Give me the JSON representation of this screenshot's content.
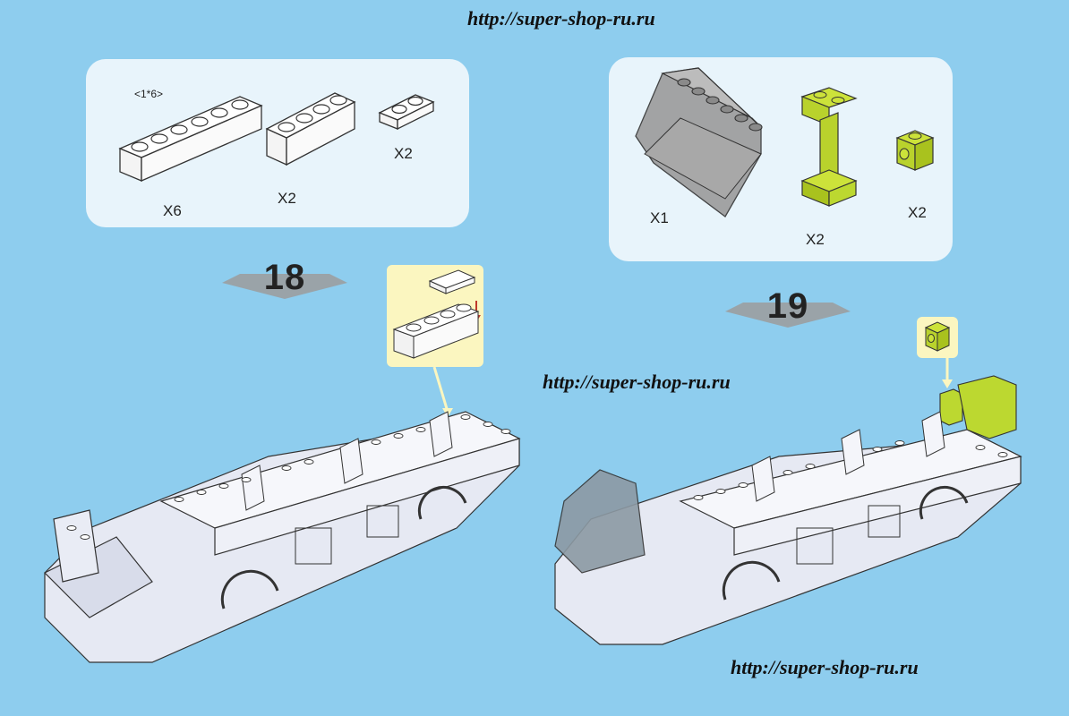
{
  "watermark": {
    "top": "http://super-shop-ru.ru",
    "middle": "http://super-shop-ru.ru",
    "bottom": "http://super-shop-ru.ru"
  },
  "step18": {
    "number": "18",
    "parts": [
      {
        "name": "brick-1x6",
        "size": "<1*6>",
        "qty": "X6"
      },
      {
        "name": "brick-1x4",
        "qty": "X2"
      },
      {
        "name": "plate-1x2",
        "qty": "X2"
      }
    ]
  },
  "step19": {
    "number": "19",
    "parts": [
      {
        "name": "windscreen",
        "qty": "X1",
        "color": "#9a9a9a"
      },
      {
        "name": "bracket",
        "qty": "X2",
        "color": "#bcd830"
      },
      {
        "name": "brick-1x1-side-stud",
        "qty": "X2",
        "color": "#bcd830"
      }
    ]
  },
  "colors": {
    "background": "#8ecdee",
    "panel": "#e8f4fb",
    "callout": "#fbf6c0",
    "lime": "#bcd830",
    "smoke": "#8c9aa4"
  }
}
